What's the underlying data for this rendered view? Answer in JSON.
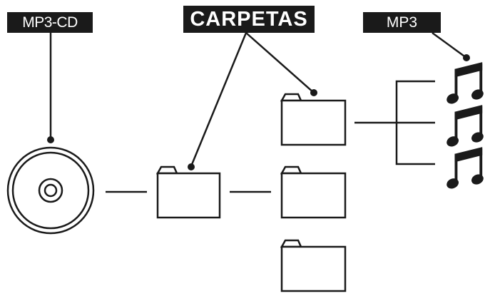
{
  "labels": {
    "mp3_cd": "MP3-CD",
    "carpetas": "CARPETAS",
    "mp3": "MP3"
  },
  "icons": {
    "disc": "cd-disc-icon",
    "folder": "folder-icon",
    "music_note": "double-eighth-note-icon"
  },
  "colors": {
    "ink": "#1a1a1a",
    "background": "#ffffff"
  }
}
